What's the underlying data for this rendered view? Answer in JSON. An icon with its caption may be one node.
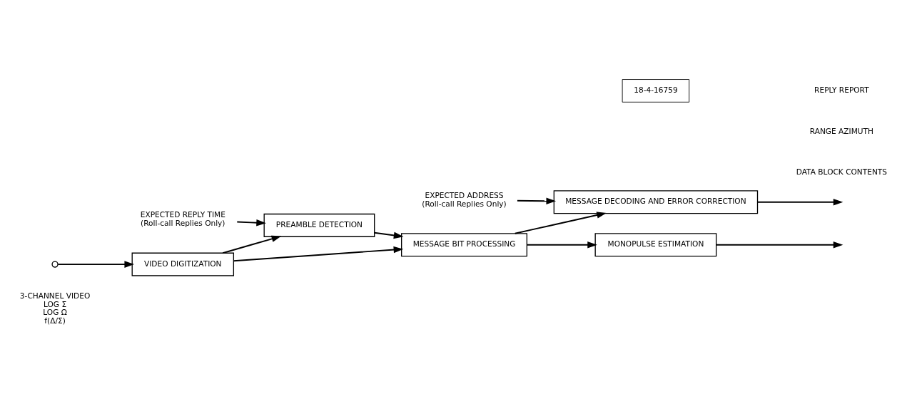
{
  "diagram": {
    "nodes": [
      {
        "text": [],
        "shape": "circle",
        "beside": [
          "3-CHANNEL VIDEO",
          "LOG Σ",
          "LOG Ω",
          "f(Δ/Σ)"
        ]
      },
      {
        "text": [
          "VIDEO DIGITIZATION"
        ]
      },
      {
        "text": [
          "EXPECTED REPLY TIME",
          "(Roll-call Replies Only)"
        ]
      },
      {
        "text": [
          "PREAMBLE DETECTION"
        ]
      },
      {
        "text": [
          "MESSAGE BIT PROCESSING"
        ]
      },
      {
        "text": [
          "EXPECTED ADDRESS",
          "(Roll-call Replies Only)"
        ]
      },
      {
        "text": [
          "MESSAGE DECODING AND ERROR CORRECTION"
        ]
      },
      {
        "text": [
          "MONOPULSE ESTIMATION"
        ]
      }
    ],
    "edges": [
      {
        "from": 0,
        "to": 1,
        "arrow": "to"
      },
      {
        "from": 1,
        "to": 3,
        "arrow": "to"
      },
      {
        "from": 1,
        "to": 4,
        "arrow": "to"
      },
      {
        "from": 2,
        "to": 3,
        "arrow": "to"
      },
      {
        "from": 3,
        "to": 4,
        "arrow": "to"
      },
      {
        "from": 4,
        "to": 6,
        "arrow": "to"
      },
      {
        "from": 4,
        "to": 7,
        "arrow": "to"
      },
      {
        "from": 5,
        "to": 6,
        "arrow": "to"
      },
      {
        "from": 6,
        "to": null,
        "arrow": "to"
      },
      {
        "from": 7,
        "to": null,
        "arrow": "to"
      }
    ],
    "labels": [
      "18-4-16759",
      "REPLY REPORT",
      "RANGE AZIMUTH",
      "DATA BLOCK CONTENTS"
    ]
  }
}
